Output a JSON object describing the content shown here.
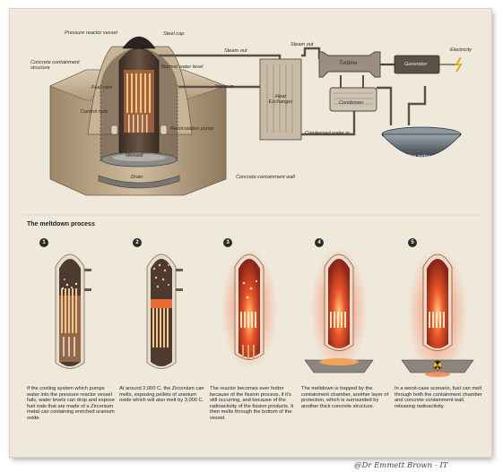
{
  "top_diagram": {
    "labels": {
      "pressure_reactor_vessel": "Pressure reactor vessel",
      "steel_cap": "Steel cap",
      "concrete_containment_structure": "Concrete containment structure",
      "normal_water_level": "Normal water level",
      "fuel_rods": "Fuel rods",
      "water_in": "Water in",
      "control_rods": "Control rods",
      "recirculation_pump": "Recirculation pump",
      "wetwell": "Wetwell",
      "drain": "Drain",
      "concrete_containment_wall": "Concrete containment wall",
      "steam_out_1": "Steam out",
      "steam_out_2": "Steam out",
      "heat_exchanger": "Heat Exchanger",
      "turbine": "Turbine",
      "generator": "Generator",
      "electricity": "Electricity",
      "condenser": "Condenser",
      "condensed_water_in": "Condensed water in",
      "sea_water": "Sea water"
    }
  },
  "meltdown": {
    "title": "The meltdown process",
    "steps": [
      {
        "number": "1",
        "caption": "If the cooling system which pumps water into the pressure reactor vessel fails, water levels can drop and expose fuel rods that are made of a Zirconium metal can containing enriched uranium oxide."
      },
      {
        "number": "2",
        "caption": "At around 2,000 C, the Zirconium can melts, exposing pellets of uranium oxide which will also melt by 3,000 C."
      },
      {
        "number": "3",
        "caption": "The reactor becomes ever hotter because of the fission process, if it's still occurring, and because of the radioactivity of the fission products. It then melts through the bottom of the vessel."
      },
      {
        "number": "4",
        "caption": "The meltdown is trapped by the containment chamber, another layer of protection, which is surrounded by another thick concrete structure."
      },
      {
        "number": "5",
        "caption": "In a worst-case scenario, fuel can melt through both the containment chamber and concrete containment wall, releasing radioactivity."
      }
    ]
  },
  "credit": "@Dr Emmett Brown - IT",
  "colors": {
    "background": "#efe9dc",
    "concrete": "#b9a386",
    "vessel_dark": "#4a3a2e",
    "glow": "#e8542a"
  }
}
